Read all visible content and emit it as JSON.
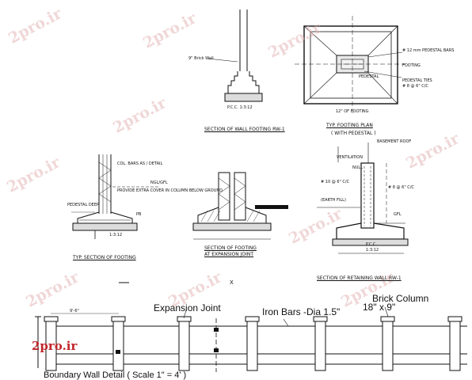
{
  "watermark": {
    "text": "2pro.ir",
    "color": "#c0262a"
  },
  "captions": {
    "wall_footing": "SECTION OF WALL FOOTING  RW-1",
    "footing_plan": "TYP. FOOTING PLAN",
    "footing_plan_sub": "( WITH PEDESTAL )",
    "typ_footing": "TYP. SECTION OF FOOTING",
    "expansion": "SECTION OF FOOTING",
    "expansion_sub": "AT EXPANSION JOINT",
    "retaining": "SECTION OF RETAINING WALL  RW-1",
    "boundary": "Boundary  Wall Detail ( Scale 1\" = 4' )"
  },
  "notes": {
    "brick_wall": "9\" Brick Wall",
    "pcc_wall": "P.C.C. 1:3:12",
    "pedestal_bars": "# 12 mm PEDESTAL BARS",
    "footing": "FOOTING",
    "pedestal": "PEDESTAL",
    "pedestal_ties": "PEDESTAL TIES",
    "ties_spacing": "# 8 @ 6\" C/C",
    "footing_bottom": "12\" OF FOOTING",
    "col_bars": "COL. BARS AS / DETAIL",
    "ngl": "NGL/GFL",
    "column_below": "PROVIDE EXTRA COVER IN COLUMN BELOW GROUND",
    "pedestal_deep": "PEDESTAL DEEP",
    "pb": "PB",
    "pcc_typ": "1:3:12",
    "basement_roof": "BASEMENT ROOF",
    "ventilation": "VENTILATION",
    "null": "NULL",
    "bars_10": "# 10 @ 6\" C/C",
    "bars_8": "# 8 @ 6\" C/C",
    "earth_fill": "(EARTH FILL)",
    "gfl": "GFL",
    "pcc_ret": "P.C.C.",
    "pcc_ret_mix": "1:3:12",
    "x_mark": "X"
  },
  "boundary": {
    "expansion_joint": "Expansion Joint",
    "iron_bars": "Iron Bars -Dia 1.5\"",
    "brick_column": "Brick Column",
    "brick_column_size": "18\" x 9\"",
    "dim_left": "9'-6\""
  },
  "colors": {
    "line": "#111111",
    "hatch": "#6a6a6a",
    "fill": "#cfcfcf"
  }
}
